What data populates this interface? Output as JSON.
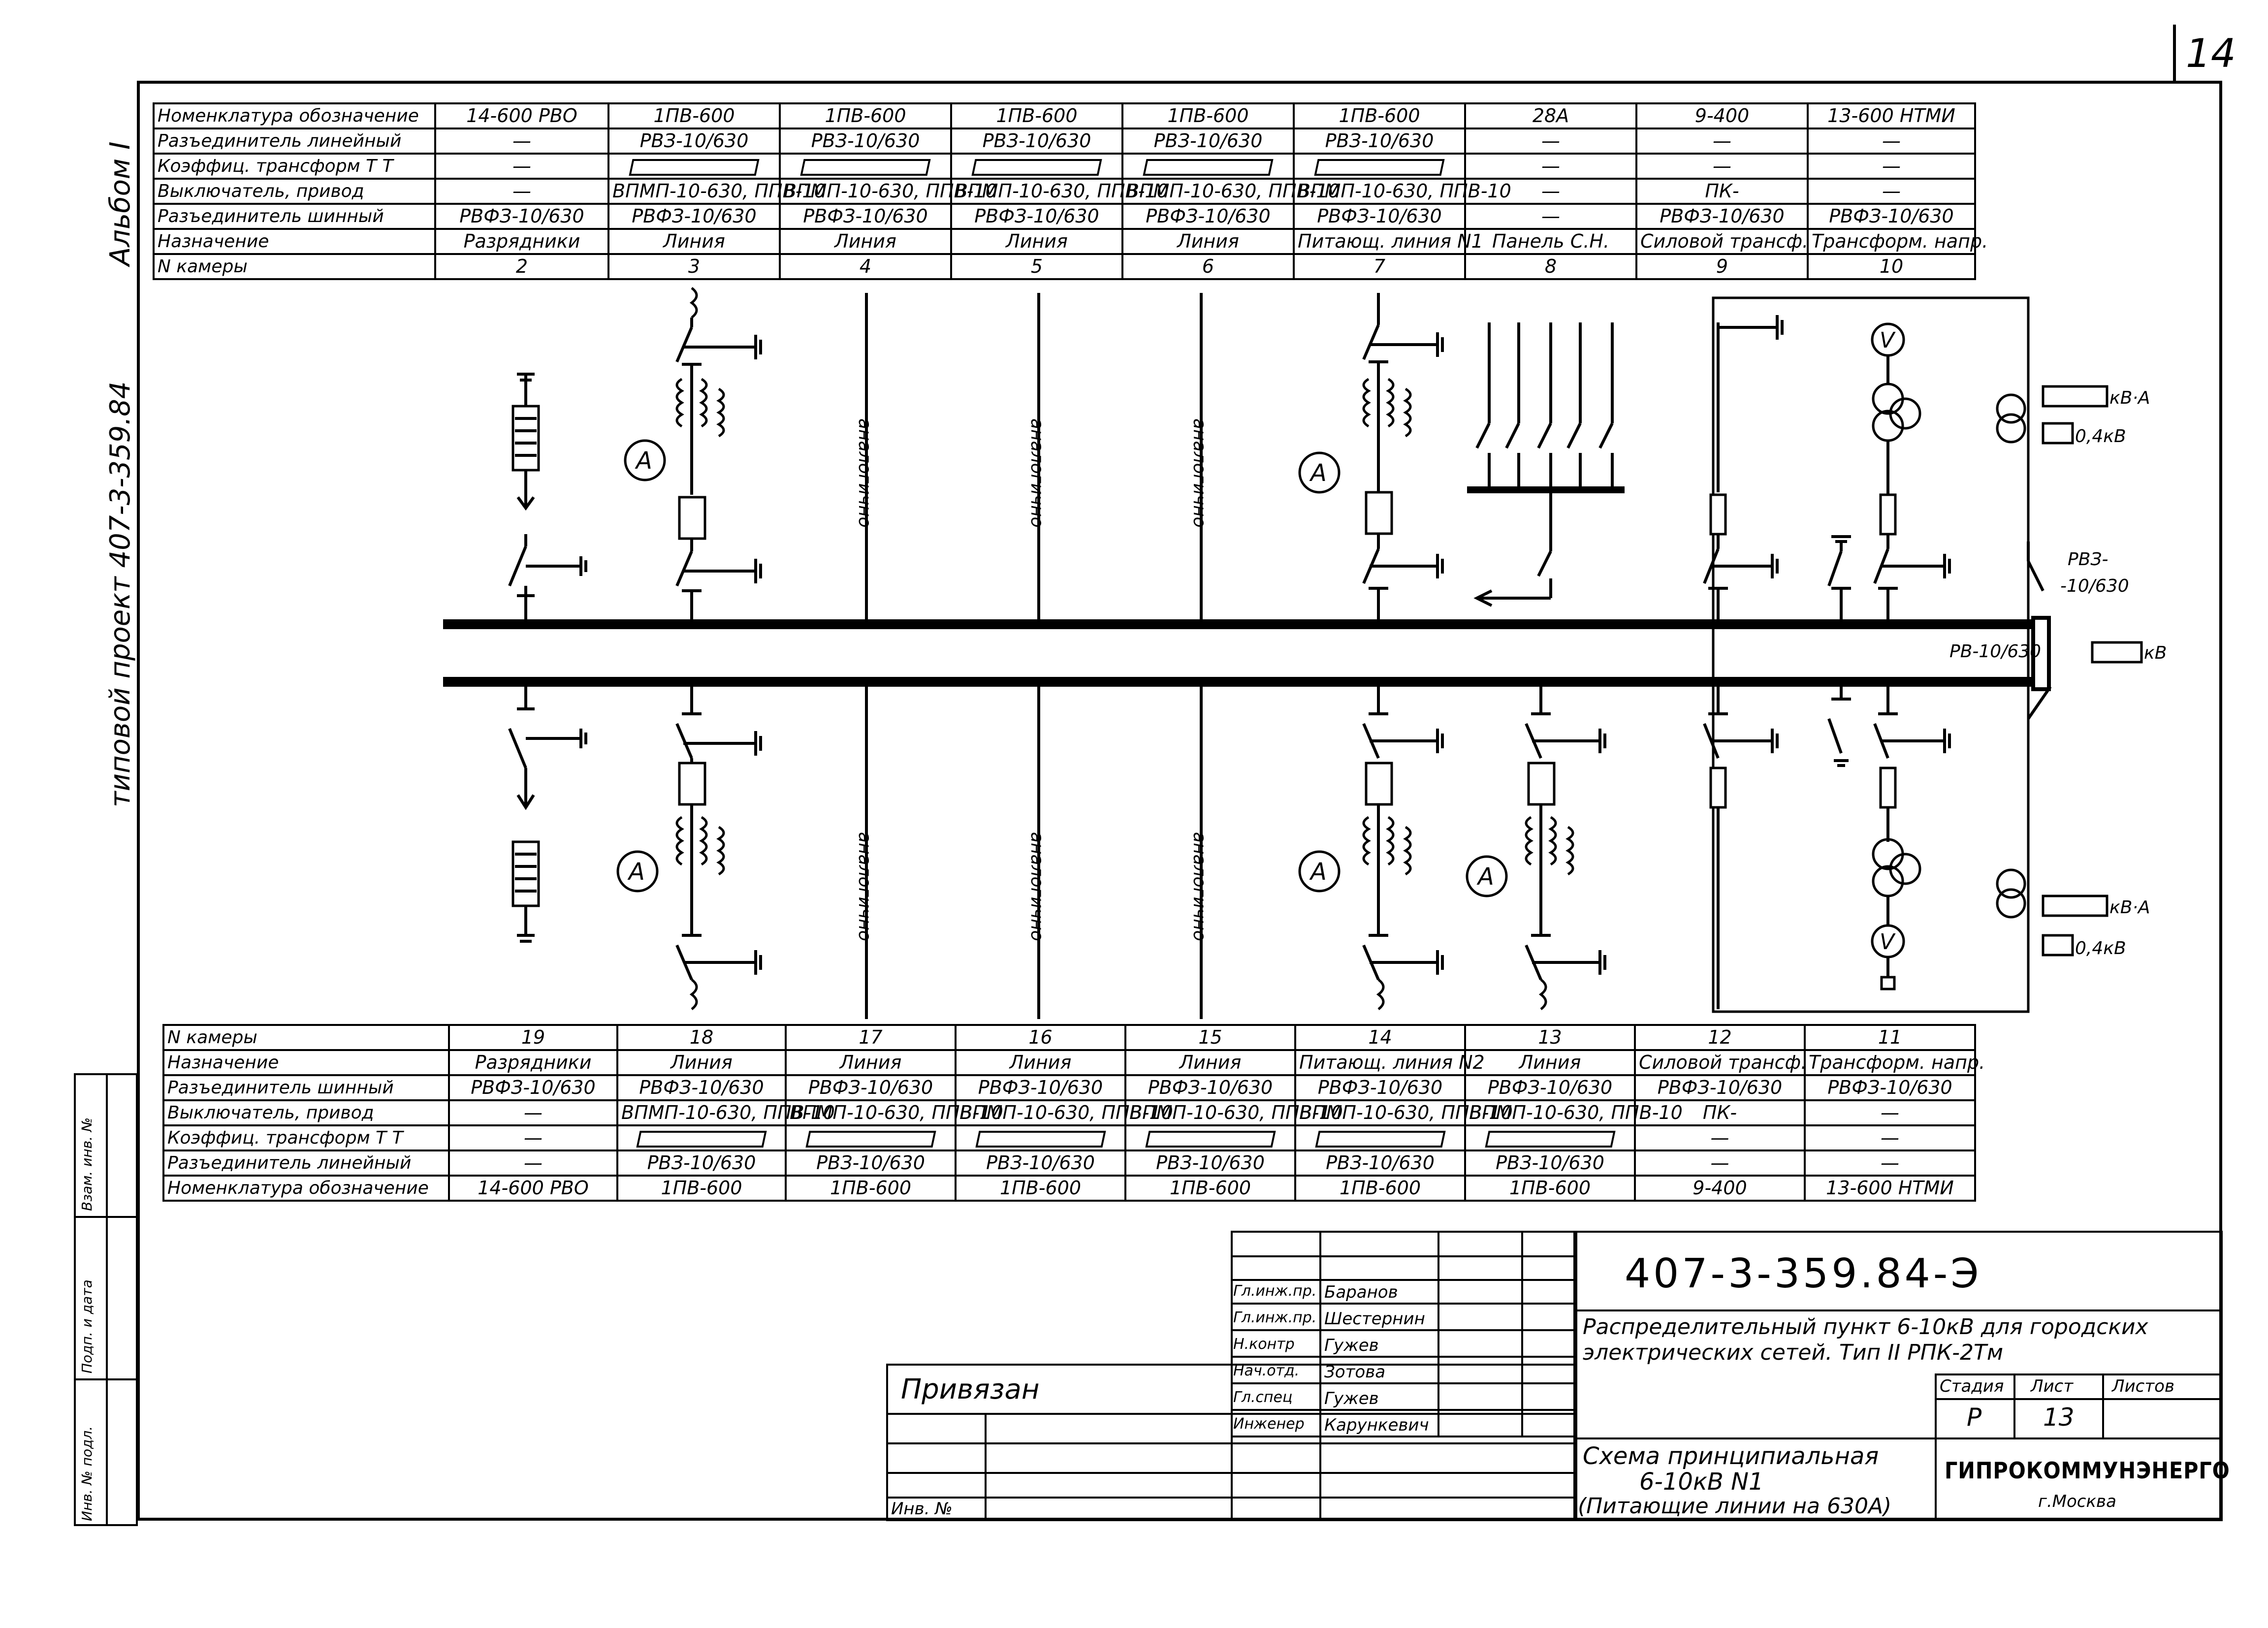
{
  "sheet": {
    "number": "14"
  },
  "side": {
    "album": "Альбом I",
    "project": "типовой проект  407-3-359.84",
    "inv_orig": "Инв. № подл.",
    "sign_date": "Подп. и дата",
    "repl_inv": "Взам. инв. №"
  },
  "top_table": {
    "headers": [
      "Номенклатура обозначение",
      "Разъединитель линейный",
      "Коэффиц. трансформ Т Т",
      "Выключатель, привод",
      "Разъединитель шинный",
      "Назначение",
      "N камеры"
    ],
    "columns": [
      [
        "14-600 РВО",
        "—",
        "—",
        "—",
        "РВФЗ-10/630",
        "Разрядники",
        "2"
      ],
      [
        "1ПВ-600",
        "РВЗ-10/630",
        "",
        "ВПМП-10-630, ППВ-10",
        "РВФЗ-10/630",
        "Линия",
        "3"
      ],
      [
        "1ПВ-600",
        "РВЗ-10/630",
        "",
        "ВПМП-10-630, ППВ-10",
        "РВФЗ-10/630",
        "Линия",
        "4"
      ],
      [
        "1ПВ-600",
        "РВЗ-10/630",
        "",
        "ВПМП-10-630, ППВ-10",
        "РВФЗ-10/630",
        "Линия",
        "5"
      ],
      [
        "1ПВ-600",
        "РВЗ-10/630",
        "",
        "ВПМП-10-630, ППВ-10",
        "РВФЗ-10/630",
        "Линия",
        "6"
      ],
      [
        "1ПВ-600",
        "РВЗ-10/630",
        "",
        "ВПМП-10-630, ППВ-10",
        "РВФЗ-10/630",
        "Питающ. линия N1",
        "7"
      ],
      [
        "28А",
        "—",
        "—",
        "—",
        "—",
        "Панель С.Н.",
        "8"
      ],
      [
        "9-400",
        "—",
        "—",
        "ПК-",
        "РВФЗ-10/630",
        "Силовой трансф.",
        "9"
      ],
      [
        "13-600 НТМИ",
        "—",
        "—",
        "—",
        "РВФЗ-10/630",
        "Трансформ. напр.",
        "10"
      ]
    ]
  },
  "bottom_table": {
    "headers": [
      "N камеры",
      "Назначение",
      "Разъединитель шинный",
      "Выключатель, привод",
      "Коэффиц. трансформ Т Т",
      "Разъединитель линейный",
      "Номенклатура обозначение"
    ],
    "columns": [
      [
        "19",
        "Разрядники",
        "РВФЗ-10/630",
        "—",
        "—",
        "—",
        "14-600 РВО"
      ],
      [
        "18",
        "Линия",
        "РВФЗ-10/630",
        "ВПМП-10-630, ППВ-10",
        "",
        "РВЗ-10/630",
        "1ПВ-600"
      ],
      [
        "17",
        "Линия",
        "РВФЗ-10/630",
        "ВПМП-10-630, ППВ-10",
        "",
        "РВЗ-10/630",
        "1ПВ-600"
      ],
      [
        "16",
        "Линия",
        "РВФЗ-10/630",
        "ВПМП-10-630, ППВ-10",
        "",
        "РВЗ-10/630",
        "1ПВ-600"
      ],
      [
        "15",
        "Линия",
        "РВФЗ-10/630",
        "ВПМП-10-630, ППВ-10",
        "",
        "РВЗ-10/630",
        "1ПВ-600"
      ],
      [
        "14",
        "Питающ. линия N2",
        "РВФЗ-10/630",
        "ВПМП-10-630, ППВ-10",
        "",
        "РВЗ-10/630",
        "1ПВ-600"
      ],
      [
        "13",
        "Линия",
        "РВФЗ-10/630",
        "ВПМП-10-630, ППВ-10",
        "",
        "РВЗ-10/630",
        "1ПВ-600"
      ],
      [
        "12",
        "Силовой трансф.",
        "РВФЗ-10/630",
        "ПК-",
        "—",
        "—",
        "9-400"
      ],
      [
        "11",
        "Трансформ. напр.",
        "РВФЗ-10/630",
        "—",
        "—",
        "—",
        "13-600 НТМИ"
      ]
    ]
  },
  "diagram": {
    "analog": "аналогично",
    "ammeter": "A",
    "voltmeter": "V",
    "kva": "кВ·А",
    "kv04": "0,4кВ",
    "kv": "кВ",
    "rvz": "РВЗ-",
    "rvz2": "-10/630",
    "rv": "РВ-10/630"
  },
  "title_block": {
    "doc_code": "407-3-359.84-Э",
    "title1": "Распределительный пункт 6-10кВ для городских",
    "title2": "электрических сетей. Тип II РПК-2Тм",
    "drawing1": "Схема принципиальная",
    "drawing2": "6-10кВ N1",
    "drawing3": "(Питающие линии на 630А)",
    "stage_h": "Стадия",
    "sheet_h": "Лист",
    "sheets_h": "Листов",
    "stage": "Р",
    "sheet": "13",
    "org": "ГИПРОКОММУНЭНЕРГО",
    "city": "г.Москва",
    "privyazan": "Привязан",
    "inv": "Инв. №",
    "people": [
      {
        "role": "Гл.инж.пр.",
        "name": "Баранов"
      },
      {
        "role": "Гл.инж.пр.",
        "name": "Шестернин"
      },
      {
        "role": "Н.контр",
        "name": "Гужев"
      },
      {
        "role": "Нач.отд.",
        "name": "Зотова"
      },
      {
        "role": "Гл.спец",
        "name": "Гужев"
      },
      {
        "role": "Инженер",
        "name": "Карункевич"
      }
    ]
  }
}
